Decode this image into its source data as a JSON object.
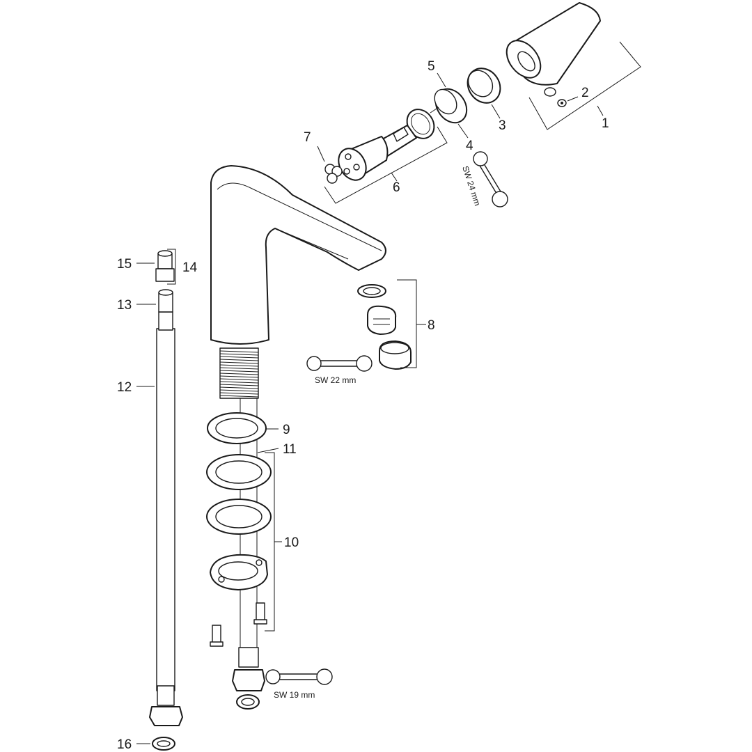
{
  "callouts": [
    "1",
    "2",
    "3",
    "4",
    "5",
    "6",
    "7",
    "8",
    "9",
    "10",
    "11",
    "12",
    "13",
    "14",
    "15",
    "16"
  ],
  "wrench_sizes": {
    "spout_nut": "SW 24 mm",
    "aerator": "SW 22 mm",
    "hose_nut": "SW 19 mm"
  },
  "colors": {
    "line": "#1a1a1a",
    "background": "#ffffff"
  }
}
